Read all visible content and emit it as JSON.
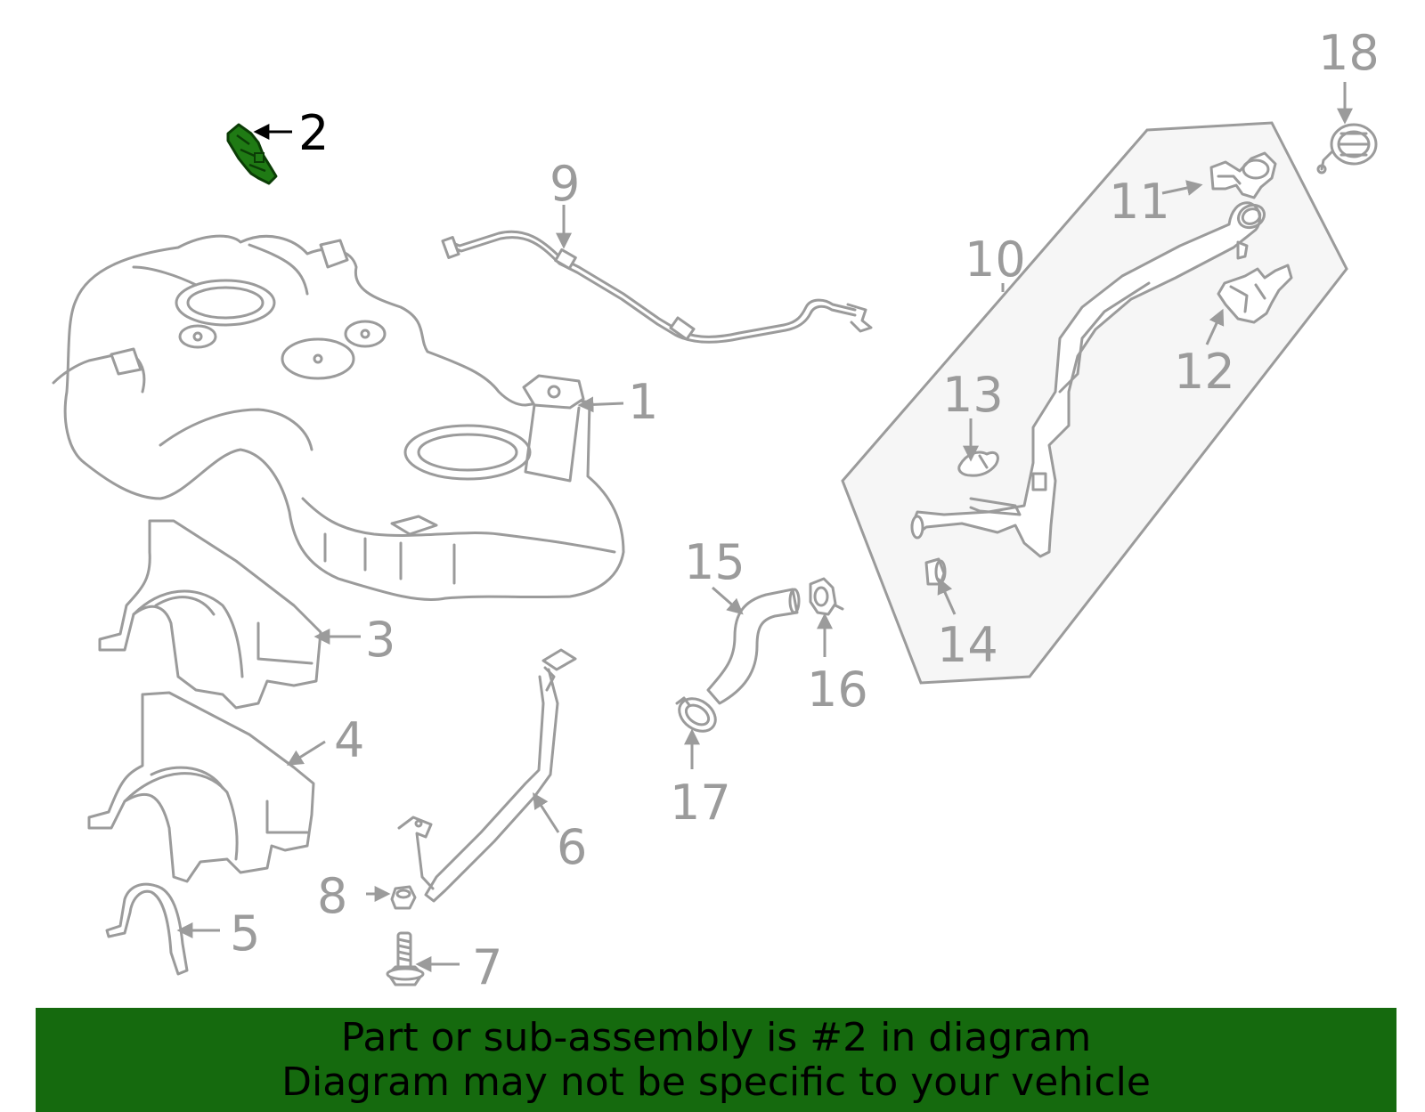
{
  "diagram": {
    "callouts": [
      {
        "id": "1",
        "label": "1"
      },
      {
        "id": "2",
        "label": "2"
      },
      {
        "id": "3",
        "label": "3"
      },
      {
        "id": "4",
        "label": "4"
      },
      {
        "id": "5",
        "label": "5"
      },
      {
        "id": "6",
        "label": "6"
      },
      {
        "id": "7",
        "label": "7"
      },
      {
        "id": "8",
        "label": "8"
      },
      {
        "id": "9",
        "label": "9"
      },
      {
        "id": "10",
        "label": "10"
      },
      {
        "id": "11",
        "label": "11"
      },
      {
        "id": "12",
        "label": "12"
      },
      {
        "id": "13",
        "label": "13"
      },
      {
        "id": "14",
        "label": "14"
      },
      {
        "id": "15",
        "label": "15"
      },
      {
        "id": "16",
        "label": "16"
      },
      {
        "id": "17",
        "label": "17"
      },
      {
        "id": "18",
        "label": "18"
      }
    ],
    "highlighted_part": "2",
    "colors": {
      "line": "#9b9b9b",
      "highlight_fill": "#1f7a14",
      "highlight_text": "#000000",
      "banner": "#156a0e",
      "inset_fill": "#f5f5f5"
    }
  },
  "banner": {
    "line1": "Part or sub-assembly is #2 in diagram",
    "line2": "Diagram may not be specific to your vehicle"
  }
}
